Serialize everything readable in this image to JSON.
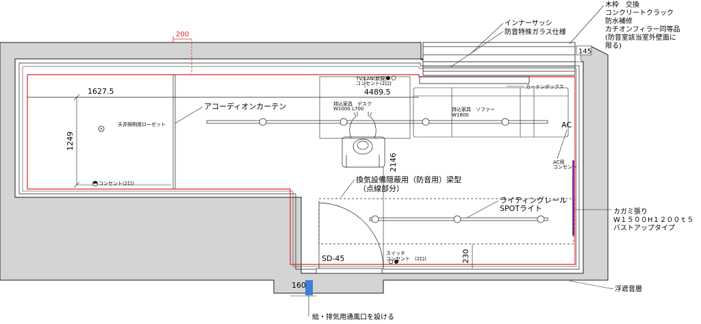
{
  "labels": {
    "dim_200": "200",
    "dim_1627": "1627.5",
    "dim_1249": "1249",
    "dim_4489": "4489.5",
    "dim_2146": "2146",
    "dim_230": "230",
    "dim_145": "145",
    "dim_160": "160",
    "ceiling_rosette": "天井照明用ローゼット",
    "outlet_left": "コンセント(2口)",
    "accordion_curtain": "アコーディオンカーテン",
    "tv_lan_1": "TV/LAN(新規)",
    "tv_lan_2": "コンセント(2口)",
    "desk_1": "持込家具　デスク",
    "desk_2": "W1000 L700",
    "sofa_1": "持込家具　ソファー",
    "sofa_2": "W1800",
    "curtain_box": "カーテンボックス",
    "inner_sash_1": "インナーサッシ",
    "inner_sash_2": "防音特殊ガラス仕様",
    "repair_1": "木枠　交換",
    "repair_2": "コンクリートクラック",
    "repair_3": "防水補修",
    "repair_4": "カチオンフィラー同等品",
    "repair_5": "(防音室該当室外壁面に",
    "repair_6": "限る)",
    "ac": "AC",
    "ac_outlet_1": "AC用",
    "ac_outlet_2": "コンセント",
    "beam_1": "換気設備隠蔽用（防音用）梁型",
    "beam_2": "（点線部分）",
    "lighting_rail_1": "ライティングレール",
    "lighting_rail_2": "SPOTライト",
    "mirror_1": "カガミ張り",
    "mirror_2": "W１５００H１２００ｔ５",
    "mirror_3": "バストアップタイプ",
    "door": "SD-45",
    "switch_1": "スイッチ",
    "switch_2": "コンセント　(2口)",
    "floating_floor": "浮遮音層",
    "vent": "給・排気用通風口を設ける"
  },
  "colors": {
    "wall_fill": "#d4d4d4",
    "line": "#1a1a1a",
    "red": "#e0202a",
    "purple": "#7a3aa8",
    "blue": "#3d7fd6"
  }
}
